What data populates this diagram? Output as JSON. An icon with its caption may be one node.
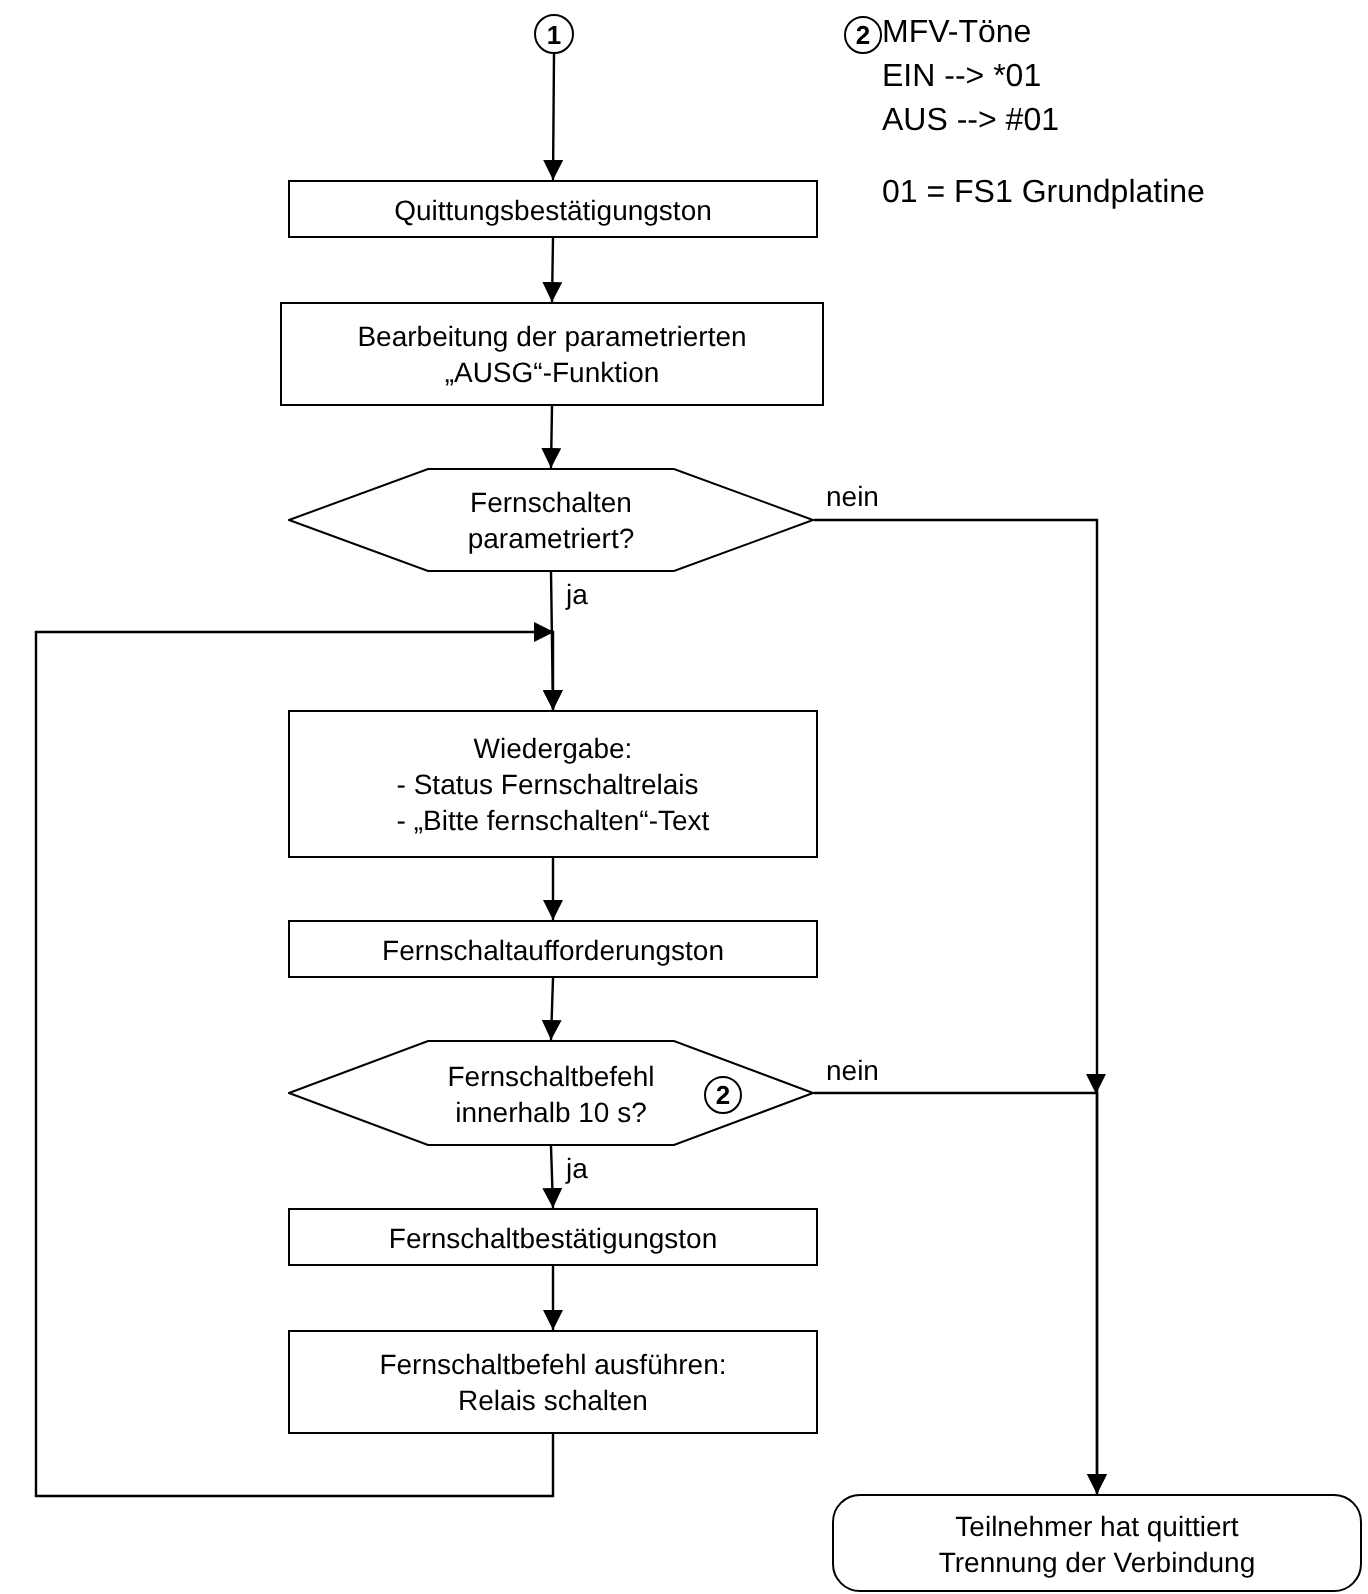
{
  "diagram": {
    "nodes": [
      {
        "text": [
          "1"
        ]
      },
      {
        "text": [
          "Quittungsbestätigungston"
        ]
      },
      {
        "text": [
          "Bearbeitung der parametrierten „AUSG“-Funktion"
        ]
      },
      {
        "text": [
          "Fernschalten parametriert?"
        ]
      },
      {
        "text": [
          "Wiedergabe:",
          "- Status Fernschaltrelais",
          "- „Bitte fernschalten“-Text"
        ]
      },
      {
        "text": [
          "Fernschaltaufforderungston"
        ]
      },
      {
        "text": [
          "Fernschaltbefehl innerhalb 10 s?"
        ]
      },
      {
        "text": [
          "2"
        ],
        "in": 6
      },
      {
        "text": [
          "Fernschaltbestätigungston"
        ]
      },
      {
        "text": [
          "Fernschaltbefehl ausführen: Relais schalten"
        ]
      },
      {
        "text": [
          "Teilnehmer hat quittiert Trennung der Verbindung"
        ]
      }
    ],
    "edges": [
      {
        "from": 0,
        "to": 1,
        "arrow": "to"
      },
      {
        "from": 1,
        "to": 2,
        "arrow": "to"
      },
      {
        "from": 2,
        "to": 3,
        "arrow": "to"
      },
      {
        "from": 3,
        "to": 4,
        "arrow": "to",
        "label": "ja"
      },
      {
        "from": 9,
        "to": 4,
        "arrow": "to"
      },
      {
        "from": 4,
        "to": 5,
        "arrow": "to"
      },
      {
        "from": 5,
        "to": 6,
        "arrow": "to"
      },
      {
        "from": 6,
        "to": 8,
        "arrow": "to",
        "label": "ja"
      },
      {
        "from": 8,
        "to": 9,
        "arrow": "to"
      },
      {
        "from": 3,
        "to": 10,
        "arrow": "to",
        "label": "nein"
      },
      {
        "from": 6,
        "to": 10,
        "arrow": "to",
        "label": "nein"
      }
    ],
    "labels": [
      "2",
      "MFV-Töne",
      "EIN --> *01",
      "AUS --> #01",
      "01 = FS1 Grundplatine"
    ]
  }
}
